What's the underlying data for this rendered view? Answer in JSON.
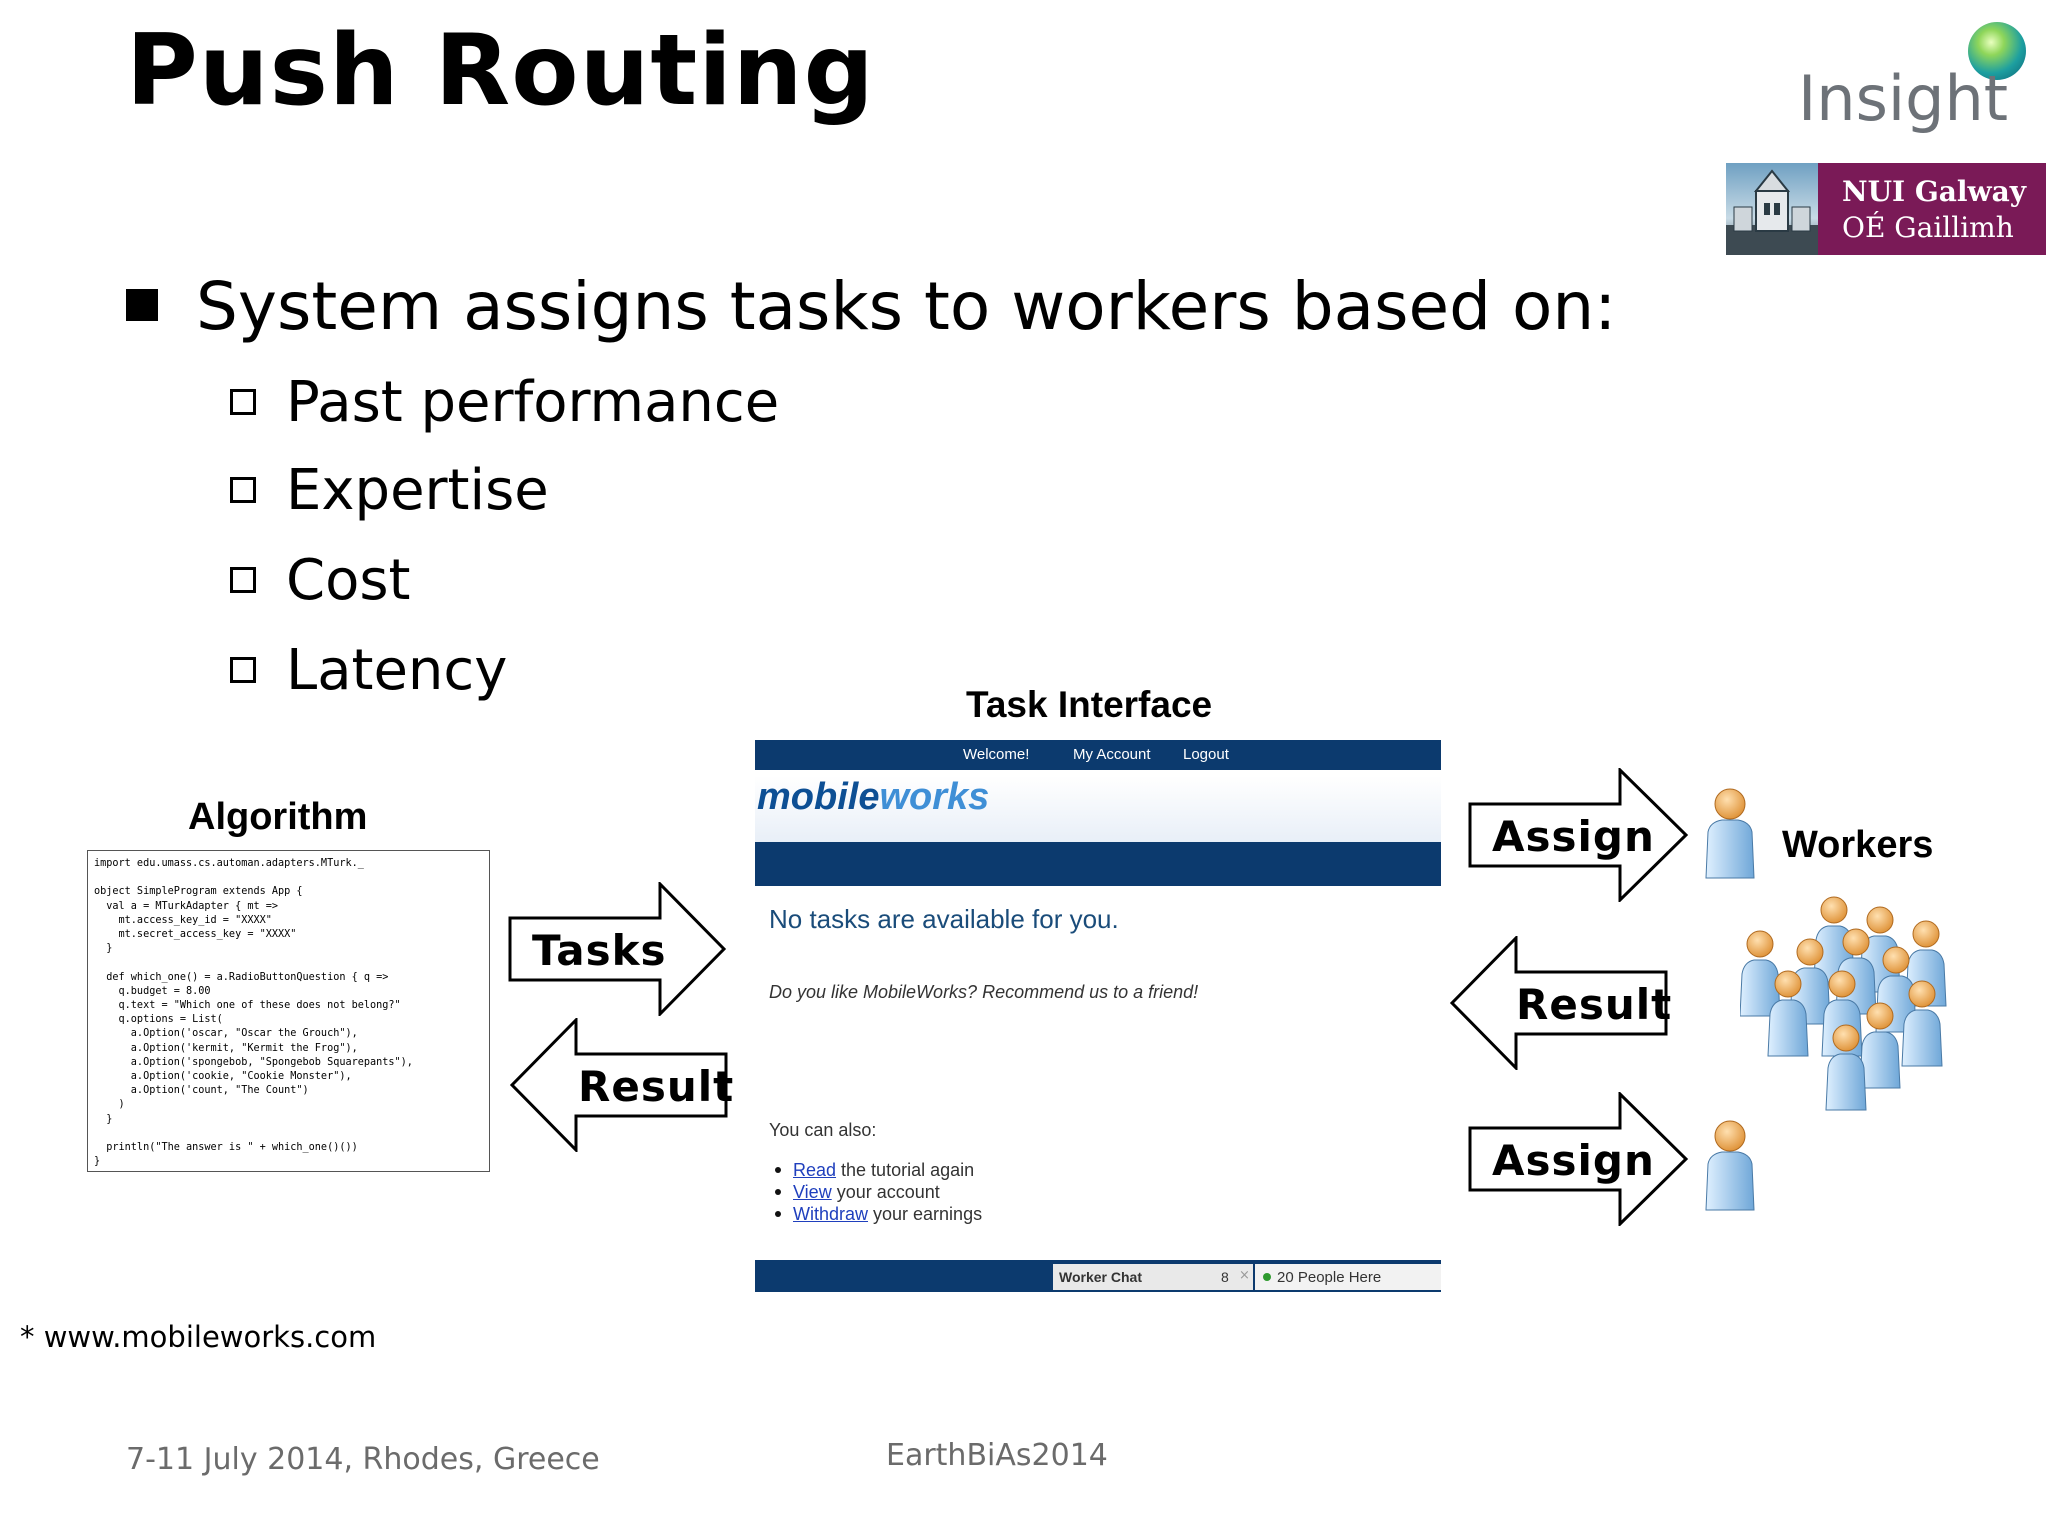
{
  "title": "Push Routing",
  "logos": {
    "insight": "Insight",
    "nui_line1": "NUI Galway",
    "nui_line2": "OÉ Gaillimh"
  },
  "bullets": {
    "main": "System assigns tasks to workers based on:",
    "sub": [
      "Past performance",
      "Expertise",
      "Cost",
      "Latency"
    ]
  },
  "algorithm": {
    "title": "Algorithm",
    "code": "import edu.umass.cs.automan.adapters.MTurk._\n\nobject SimpleProgram extends App {\n  val a = MTurkAdapter { mt =>\n    mt.access_key_id = \"XXXX\"\n    mt.secret_access_key = \"XXXX\"\n  }\n\n  def which_one() = a.RadioButtonQuestion { q =>\n    q.budget = 8.00\n    q.text = \"Which one of these does not belong?\"\n    q.options = List(\n      a.Option('oscar, \"Oscar the Grouch\"),\n      a.Option('kermit, \"Kermit the Frog\"),\n      a.Option('spongebob, \"Spongebob Squarepants\"),\n      a.Option('cookie, \"Cookie Monster\"),\n      a.Option('count, \"The Count\")\n    )\n  }\n\n  println(\"The answer is \" + which_one()())\n}"
  },
  "arrows": {
    "tasks": "Tasks",
    "result_left": "Result",
    "assign_top": "Assign",
    "result_right": "Result",
    "assign_bottom": "Assign"
  },
  "task_interface": {
    "title": "Task Interface",
    "nav": [
      "Welcome!",
      "My Account",
      "Logout"
    ],
    "brand_a": "mobile",
    "brand_b": "works",
    "no_tasks": "No tasks are available for you.",
    "recommend": "Do you like MobileWorks? Recommend us to a friend!",
    "can_also": "You can also:",
    "items": [
      {
        "link": "Read",
        "rest": " the tutorial again"
      },
      {
        "link": "View",
        "rest": " your account"
      },
      {
        "link": "Withdraw",
        "rest": " your earnings"
      }
    ],
    "chat_label": "Worker Chat",
    "chat_count": "8",
    "people": "20 People Here"
  },
  "workers_label": "Workers",
  "footnote": "* www.mobileworks.com",
  "footer": {
    "date": "7-11 July 2014, Rhodes, Greece",
    "conference": "EarthBiAs2014"
  },
  "colors": {
    "nav_blue": "#0c3a6e",
    "brand_blue": "#0d4f94",
    "nui_purple": "#7a1a57"
  }
}
